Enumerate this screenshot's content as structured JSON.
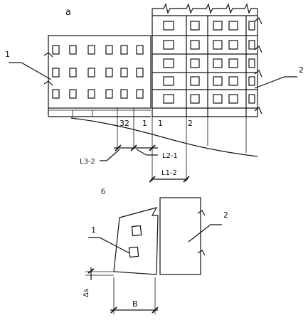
{
  "part_a": {
    "letter": "а",
    "building_1_label": "1",
    "building_2_label": "2",
    "axis_3_2": "32",
    "axis_1_left": "1",
    "axis_1_right": "1",
    "axis_2": "2",
    "dim_l32": "L3-2",
    "dim_l21": "L2-1",
    "dim_l12": "L1-2"
  },
  "part_b": {
    "letter": "б",
    "block_1_label": "1",
    "block_2_label": "2",
    "delta_s": "Δs",
    "width_b": "B"
  }
}
